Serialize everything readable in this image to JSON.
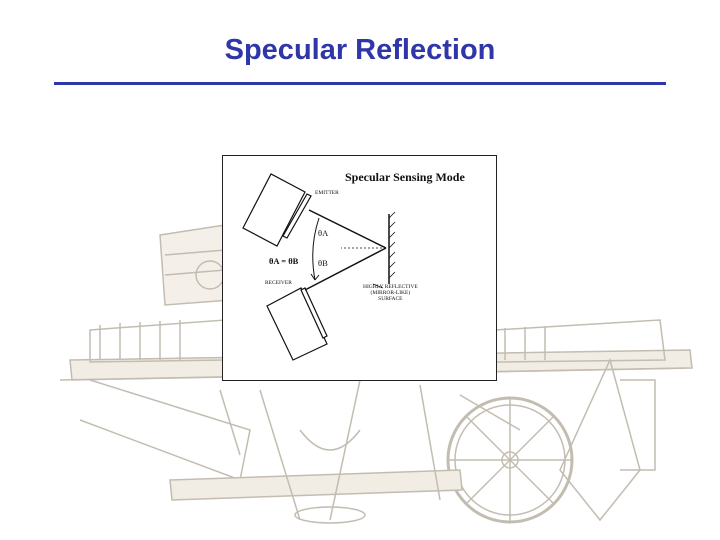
{
  "slide": {
    "title": "Specular Reflection",
    "accent_color": "#2f36a8"
  },
  "diagram": {
    "title": "Specular Sensing Mode",
    "emitter_label": "EMITTER",
    "receiver_label": "RECEIVER",
    "angle_a_label": "θA",
    "angle_b_label": "θB",
    "equation_label": "θA = θB",
    "surface_label_lines": [
      "HIGHLY REFLECTIVE",
      "(MIRROR-LIKE)",
      "SURFACE"
    ]
  },
  "background_art": {
    "description_icon": "faded-patent-machine-drawing"
  }
}
